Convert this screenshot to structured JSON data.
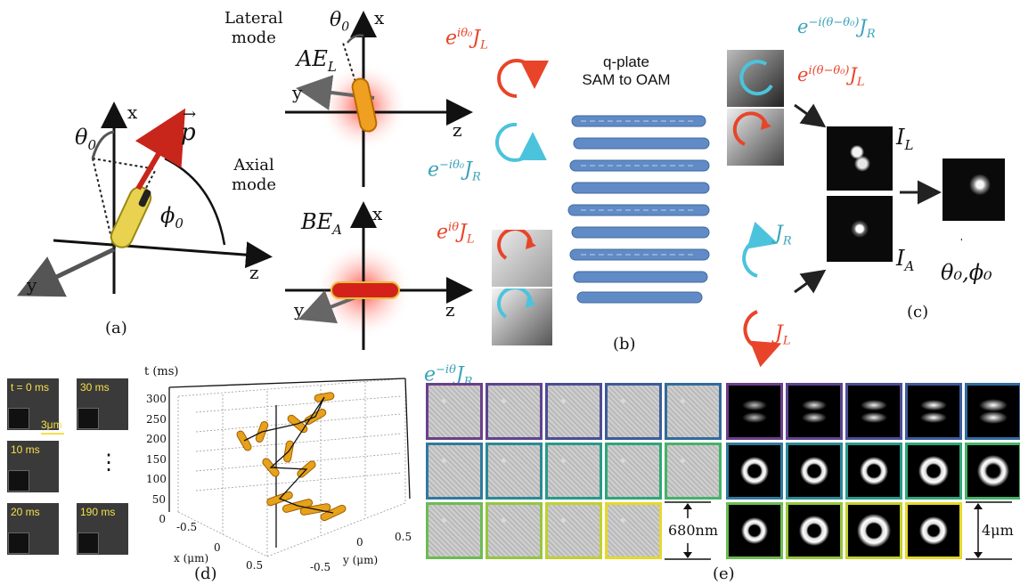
{
  "panel_labels": {
    "a": "(a)",
    "b": "(b)",
    "c": "(c)",
    "d": "(d)",
    "e": "(e)"
  },
  "panel_a": {
    "x_axis": "x",
    "y_axis": "y",
    "z_axis": "z",
    "theta": "θ",
    "theta_sub": "0",
    "phi": "ϕ",
    "phi_sub": "0",
    "p": "p"
  },
  "lateral": {
    "title_line1": "Lateral",
    "title_line2": "mode",
    "field": "AE",
    "field_sub": "L",
    "theta": "θ",
    "theta_sub": "0",
    "x": "x",
    "y": "y",
    "z": "z"
  },
  "axial": {
    "title_line1": "Axial",
    "title_line2": "mode",
    "field": "BE",
    "field_sub": "A",
    "x": "x",
    "y": "y",
    "z": "z"
  },
  "beams_left": {
    "top_red": "e",
    "top_red_exp": "iθ₀",
    "top_red_J": "J",
    "top_red_sub": "L",
    "top_cyan": "e",
    "top_cyan_exp": "−iθ₀",
    "top_cyan_J": "J",
    "top_cyan_sub": "R",
    "bot_red": "e",
    "bot_red_exp": "iθ",
    "bot_red_J": "J",
    "bot_red_sub": "L",
    "bot_cyan": "e",
    "bot_cyan_exp": "−iθ",
    "bot_cyan_J": "J",
    "bot_cyan_sub": "R"
  },
  "qplate": {
    "line1": "q-plate",
    "line2": "SAM to OAM"
  },
  "beams_right": {
    "cyan": "e",
    "cyan_exp": "−i(θ−θ₀)",
    "cyan_J": "J",
    "cyan_sub": "R",
    "red": "e",
    "red_exp": "i(θ−θ₀)",
    "red_J": "J",
    "red_sub": "L",
    "jr": "J",
    "jr_sub": "R",
    "jl": "J",
    "jl_sub": "L"
  },
  "panel_c": {
    "IL": "I",
    "IL_sub": "L",
    "IA": "I",
    "IA_sub": "A",
    "result": "θ₀,ϕ₀"
  },
  "panel_d_frames": [
    "t = 0 ms",
    "30 ms",
    "10 ms",
    "⋮",
    "20 ms",
    "190 ms"
  ],
  "panel_d_scale": "3μm",
  "panel_d_plot": {
    "t_label": "t (ms)",
    "t_ticks": [
      "300",
      "250",
      "200",
      "150",
      "100",
      "50",
      "0"
    ],
    "x_label": "x (μm)",
    "x_ticks": [
      "-0.5",
      "0",
      "0.5"
    ],
    "y_label": "y (μm)",
    "y_ticks": [
      "0.5",
      "0",
      "-0.5"
    ]
  },
  "panel_e": {
    "scale_left": "680nm",
    "scale_right": "4μm"
  },
  "colors": {
    "red": "#e8442a",
    "cyan": "#4cc3dc",
    "gold": "#e6a21a",
    "blue": "#4a78b8"
  }
}
